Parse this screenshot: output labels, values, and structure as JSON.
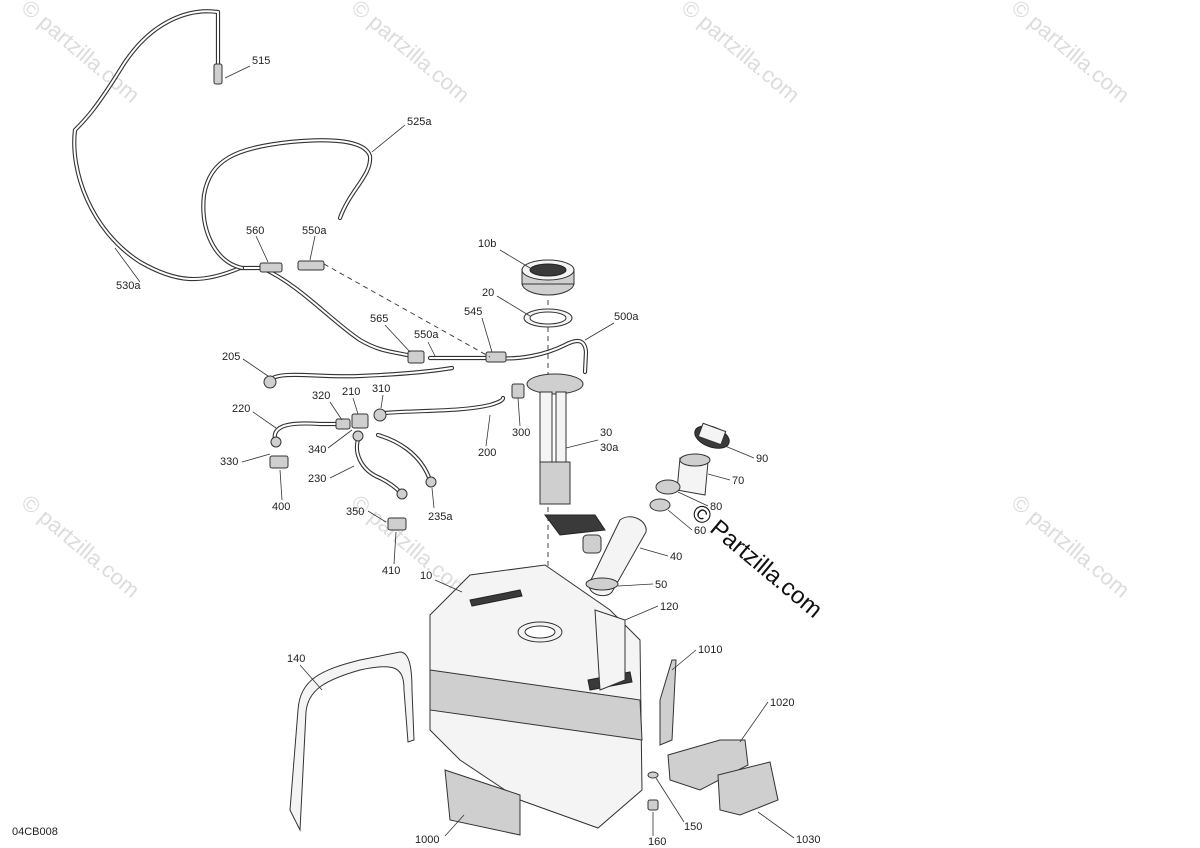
{
  "diagram_code": "04CB008",
  "watermark": {
    "faint_text": "© partzilla.com",
    "featured_text": "© Partzilla.com"
  },
  "callouts": [
    "515",
    "525a",
    "560",
    "550a",
    "530a",
    "10b",
    "20",
    "545",
    "500a",
    "565",
    "550a",
    "205",
    "320",
    "210",
    "310",
    "220",
    "300",
    "30",
    "30a",
    "340",
    "330",
    "230",
    "200",
    "90",
    "70",
    "400",
    "350",
    "235a",
    "80",
    "60",
    "410",
    "10",
    "40",
    "50",
    "120",
    "140",
    "1010",
    "1020",
    "150",
    "1000",
    "160",
    "1030"
  ]
}
